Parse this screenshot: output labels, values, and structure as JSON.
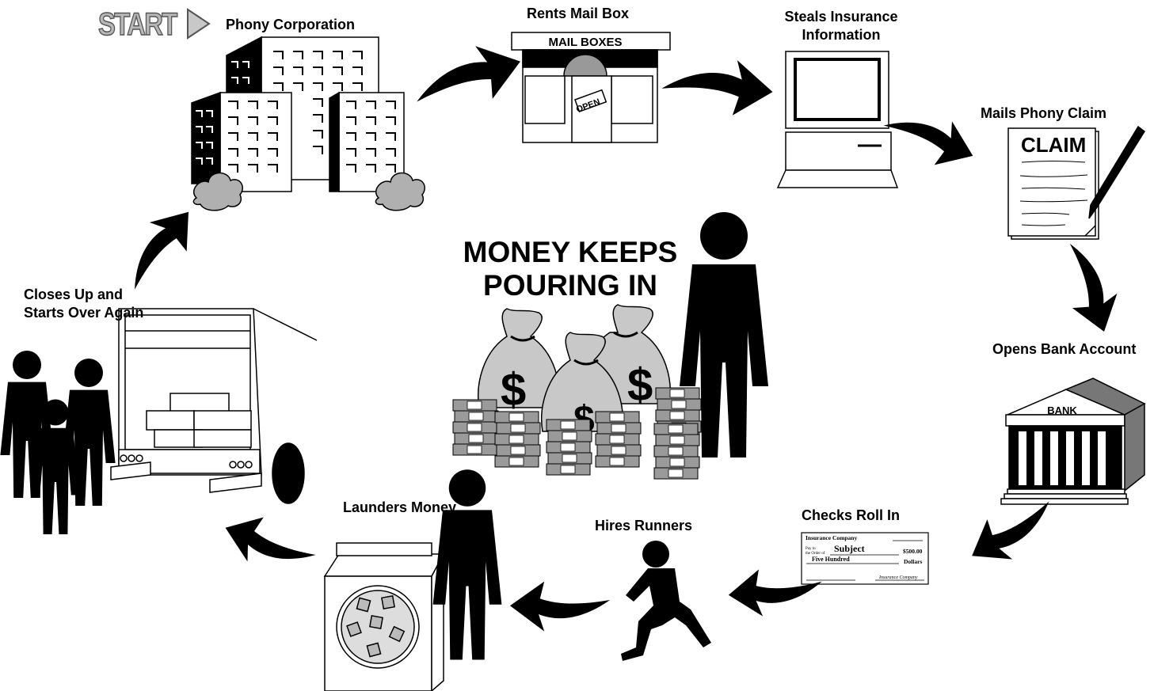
{
  "start_label": "START",
  "title_line1": "MONEY KEEPS",
  "title_line2": "POURING IN",
  "steps": {
    "phony_corporation": "Phony Corporation",
    "rents_mail_box": "Rents Mail Box",
    "steals_insurance_1": "Steals Insurance",
    "steals_insurance_2": "Information",
    "mails_phony_claim": "Mails Phony Claim",
    "opens_bank_account": "Opens Bank Account",
    "checks_roll_in": "Checks Roll In",
    "hires_runners": "Hires Runners",
    "launders_money": "Launders Money",
    "closes_up_1": "Closes Up and",
    "closes_up_2": "Starts Over Again"
  },
  "signs": {
    "mail_boxes": "MAIL BOXES",
    "open": "OPEN",
    "claim": "CLAIM",
    "bank": "BANK",
    "dollar": "$"
  },
  "check": {
    "company": "Insurance Company",
    "pay_to_1": "Pay to",
    "pay_to_2": "the Order of",
    "payee": "Subject",
    "amount": "$500.00",
    "amount_words": "Five  Hundred",
    "dollars": "Dollars",
    "signature": "Insurance Company"
  },
  "colors": {
    "ink": "#000000",
    "bag_gray": "#c8c8c8",
    "cash_gray": "#9a9a9a",
    "start_gray": "#b8b8b8"
  }
}
